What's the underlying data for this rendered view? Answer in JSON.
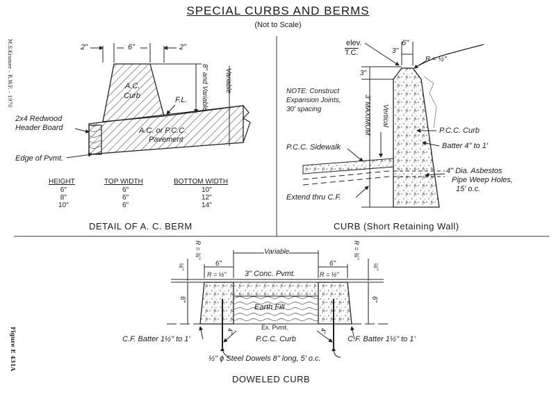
{
  "title": "SPECIAL CURBS AND BERMS",
  "subtitle": "(Not to Scale)",
  "margin": {
    "author": "M.S.Kramer – R.W.F. – 1970",
    "figure": "Figure E 431A"
  },
  "berm": {
    "dim_left": "2\"",
    "dim_top": "6\"",
    "dim_right": "2\"",
    "curb_label_1": "A.C.",
    "curb_label_2": "Curb",
    "height_label": "8\" and Variable",
    "variable": "Variable",
    "fl": "F.L.",
    "pavement_1": "A.C. or P.C.C.",
    "pavement_2": "Pavement",
    "header_board_1": "2x4 Redwood",
    "header_board_2": "Header Board",
    "edge": "Edge of Pvmt.",
    "table": {
      "headers": [
        "HEIGHT",
        "TOP WIDTH",
        "BOTTOM WIDTH"
      ],
      "heights": [
        "6\"",
        "8\"",
        "10\""
      ],
      "top_widths": [
        "6\"",
        "6\"",
        "6\""
      ],
      "bottom_widths": [
        "10\"",
        "12\"",
        "14\""
      ]
    },
    "caption": "DETAIL OF A. C. BERM"
  },
  "retaining": {
    "elev_1": "elev.",
    "elev_2": "T.C.",
    "dim_6": "6\"",
    "dim_3h": "3\"",
    "dim_3v": "3\"",
    "radius": "R = ½\"",
    "note_1": "NOTE: Construct",
    "note_2": "Expansion Joints,",
    "note_3": "30' spacing",
    "max": "3' MAXIMUM",
    "vertical": "Vertical",
    "pcc_curb": "P.C.C. Curb",
    "sidewalk": "P.C.C. Sidewalk",
    "batter": "Batter 4\" to 1'",
    "weep_1": "4\" Dia. Asbestos",
    "weep_2": "Pipe Weep Holes,",
    "weep_3": "15' o.c.",
    "extend": "Extend thru C.F.",
    "caption": "CURB (Short Retaining Wall)"
  },
  "doweled": {
    "variable": "Variable",
    "r_left": "R = ¾\"",
    "r_right": "R = ¾\"",
    "dim_6_left": "6\"",
    "dim_6_right": "6\"",
    "dim_q_left": "¼\"",
    "dim_q_right": "¼\"",
    "r_half_left": "R = ½\"",
    "r_half_right": "R = ½\"",
    "conc": "3\" Conc. Pvmt.",
    "height_left": "6\"",
    "height_right": "6\"",
    "earth_fill": "Earth Fill",
    "ex_pvmt": "Ex. Pvmt.",
    "dowel_left": "4\"",
    "dowel_right": "4\"",
    "cf_left": "C.F. Batter 1½\" to 1'",
    "pcc_curb": "P.C.C. Curb",
    "cf_right": "C.F. Batter 1½\" to 1'",
    "steel": "½\" ϕ Steel Dowels 8\" long, 5' o.c.",
    "caption": "DOWELED CURB"
  }
}
